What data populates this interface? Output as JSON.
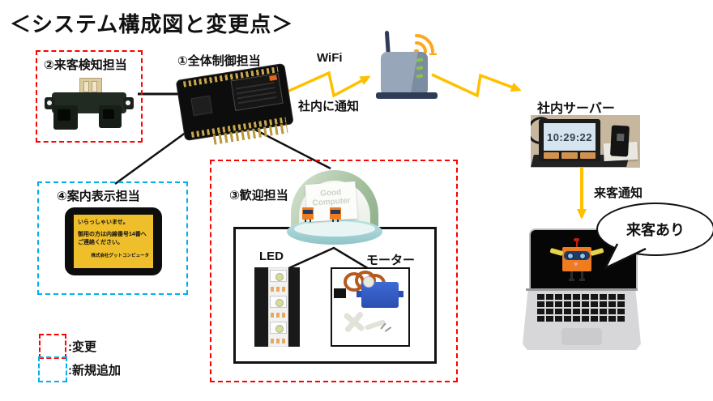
{
  "title": "＜システム構成図と変更点＞",
  "colors": {
    "changed_red": "#FF0000",
    "added_blue": "#00B0F0",
    "arrow_yellow": "#FFC000"
  },
  "sensor": {
    "label": "②来客検知担当"
  },
  "controller": {
    "label": "①全体制御担当"
  },
  "network": {
    "wifi_label": "WiFi",
    "notify_label": "社内に通知"
  },
  "server": {
    "label": "社内サーバー",
    "clock_time": "10:29:22",
    "notify_label": "来客通知"
  },
  "laptop": {
    "speech_bubble": "来客あり"
  },
  "welcome": {
    "label": "③歓迎担当",
    "dome_line1": "Good",
    "dome_line2": "Computer",
    "led_label": "LED",
    "motor_label": "モーター"
  },
  "display": {
    "label": "④案内表示担当",
    "line1": "いらっしゃいませ。",
    "line2": "御用の方は内線番号14番へ",
    "line3": "ご連絡ください。",
    "footer": "株式会社グットコンピュータ"
  },
  "legend": {
    "changed": ":変更",
    "added": ":新規追加"
  }
}
